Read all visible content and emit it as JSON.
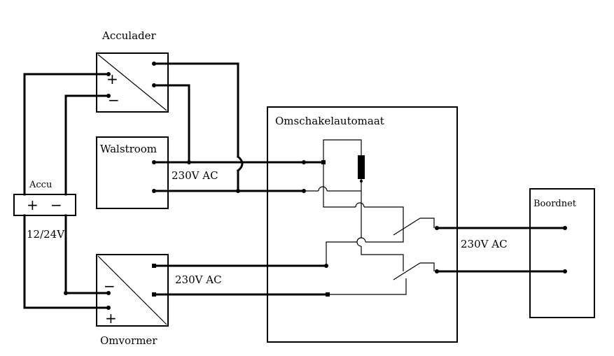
{
  "components": {
    "charger_label": "Acculader",
    "inverter_label": "Omvormer",
    "shore_power_label": "Walstroom",
    "battery_label": "Accu",
    "battery_plus": "+",
    "battery_minus": "−",
    "battery_voltage": "12/24V",
    "transfer_switch_label": "Omschakelautomaat",
    "onboard_grid_label": "Boordnet",
    "charger_plus": "+",
    "charger_minus": "−",
    "inverter_minus": "−",
    "inverter_plus": "+"
  },
  "voltage_labels": {
    "shore": "230V AC",
    "inverter": "230V AC",
    "output": "230V AC"
  }
}
